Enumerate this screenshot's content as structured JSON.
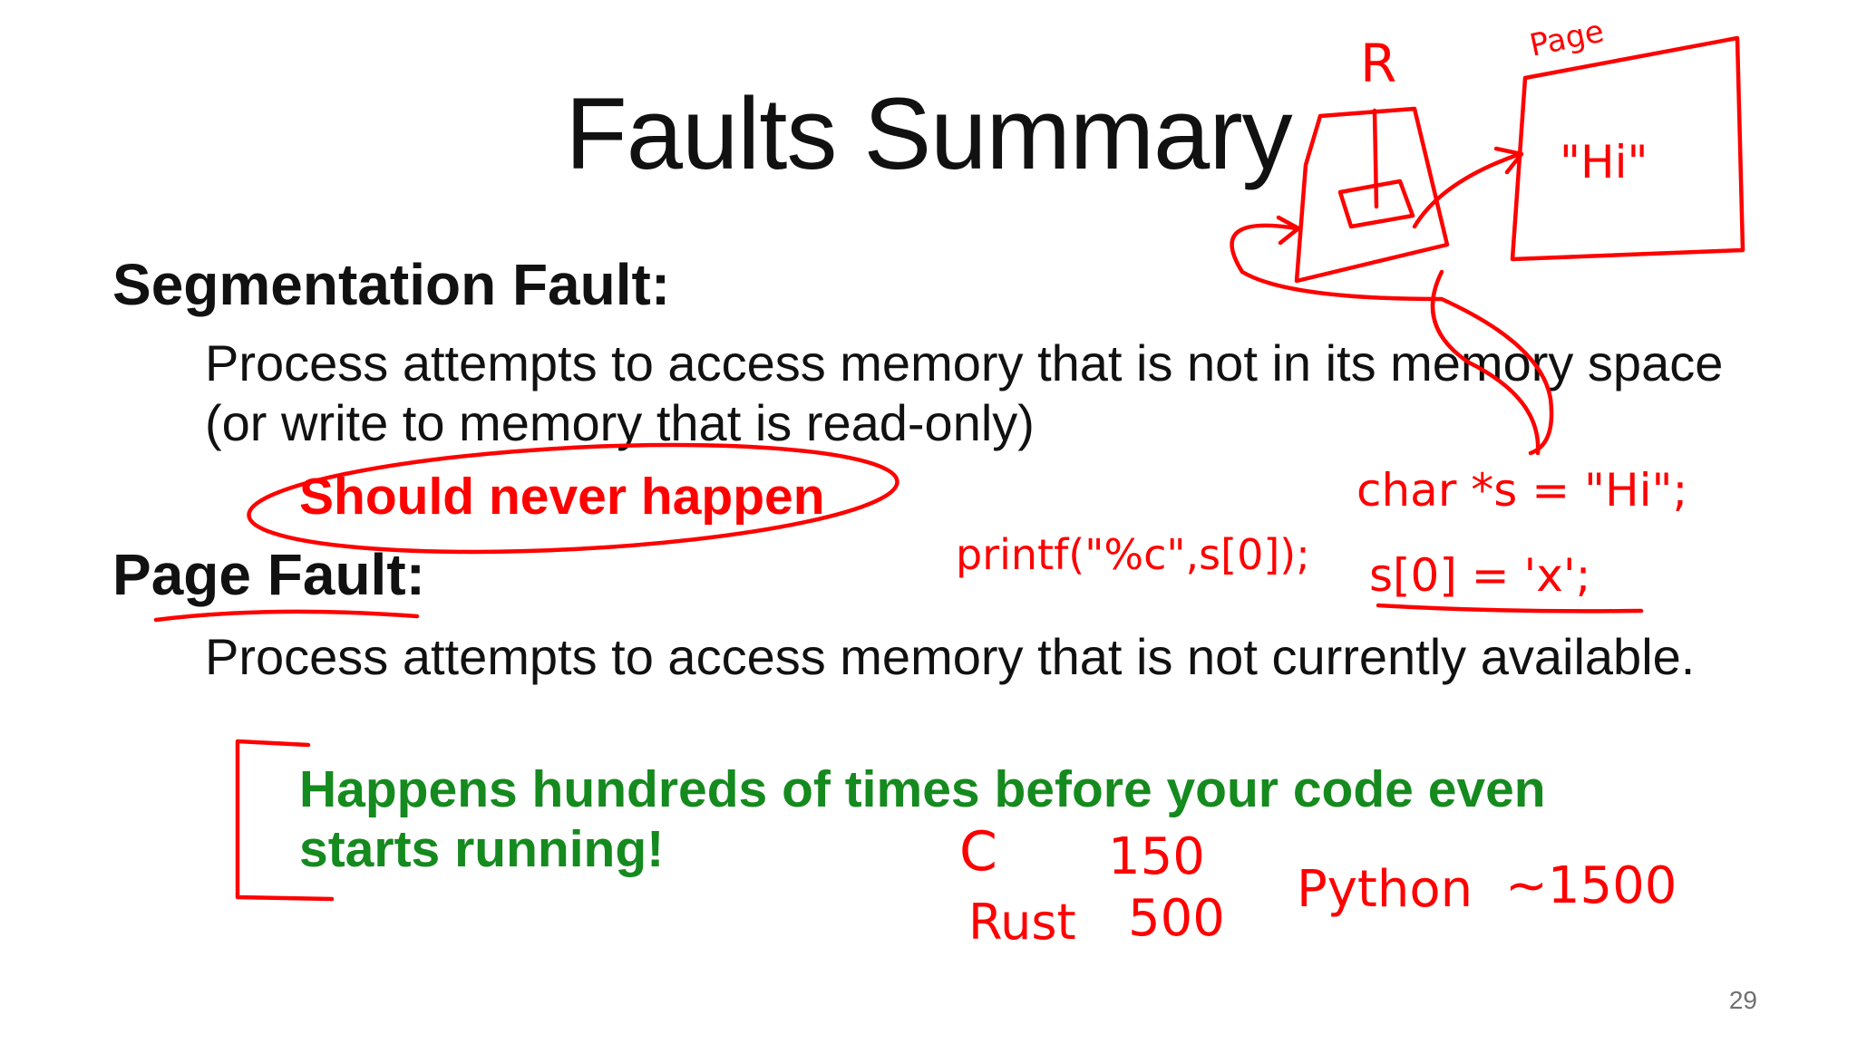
{
  "slide": {
    "title": "Faults Summary",
    "sections": [
      {
        "heading": "Segmentation Fault:",
        "description": "Process attempts to access memory that is not in its memory space (or write to memory that is read-only)",
        "emphasis": "Should never happen",
        "emphasis_color": "#ff0000"
      },
      {
        "heading": "Page Fault:",
        "description": "Process attempts to access memory that is not currently available.",
        "emphasis": "Happens hundreds of times before your code even starts running!",
        "emphasis_color": "#158a1e"
      }
    ],
    "page_number": "29"
  },
  "annotations": {
    "ink_color": "#ff0000",
    "register_label": "R",
    "page_label": "Page",
    "page_content": "\"Hi\"",
    "code_line_1": "char *s = \"Hi\";",
    "code_line_2": "s[0] = 'x';",
    "code_line_3": "printf(\"%c\",s[0]);",
    "counts": [
      {
        "language": "C",
        "count": "150"
      },
      {
        "language": "Rust",
        "count": "500"
      },
      {
        "language": "Python",
        "count": "~1500"
      }
    ]
  }
}
